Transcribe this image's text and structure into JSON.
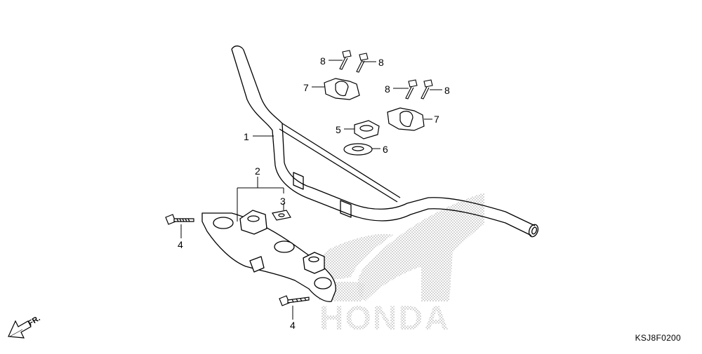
{
  "diagram": {
    "code": "KSJ8F0200",
    "brand": "HONDA",
    "direction": "FR.",
    "callouts": [
      {
        "id": "c1",
        "text": "1"
      },
      {
        "id": "c2",
        "text": "2"
      },
      {
        "id": "c3",
        "text": "3"
      },
      {
        "id": "c4a",
        "text": "4"
      },
      {
        "id": "c4b",
        "text": "4"
      },
      {
        "id": "c5",
        "text": "5"
      },
      {
        "id": "c6",
        "text": "6"
      },
      {
        "id": "c7a",
        "text": "7"
      },
      {
        "id": "c7b",
        "text": "7"
      },
      {
        "id": "c8a",
        "text": "8"
      },
      {
        "id": "c8b",
        "text": "8"
      },
      {
        "id": "c8c",
        "text": "8"
      },
      {
        "id": "c8d",
        "text": "8"
      }
    ]
  },
  "colors": {
    "line": "#000000",
    "logo_dots": "#9a9a9a",
    "background": "#ffffff"
  }
}
